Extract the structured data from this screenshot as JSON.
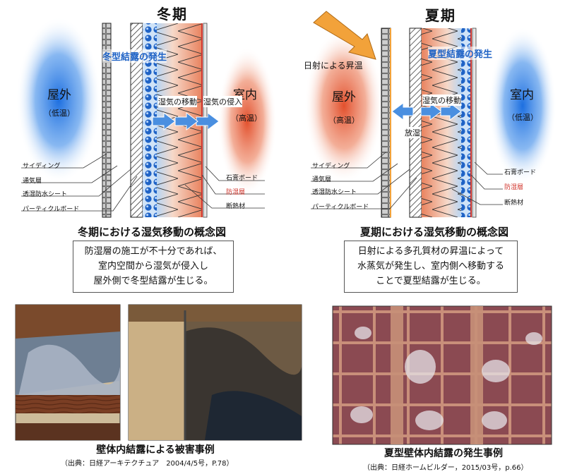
{
  "winter": {
    "title": "冬期",
    "condensation": "冬型結露の発生",
    "outside": "屋外",
    "outside_temp": "（低温）",
    "inside": "室内",
    "inside_temp": "（高温）",
    "moisture_move": "湿気の移動",
    "moisture_in": "湿気の侵入",
    "caption": "冬期における湿気移動の概念図",
    "desc": [
      "防湿層の施工が不十分であれば、",
      "室内空間から湿気が侵入し",
      "屋外側で冬型結露が生じる。"
    ],
    "labels_left": [
      "サイディング",
      "通気層",
      "透湿防水シート",
      "パーティクルボード"
    ],
    "labels_right": [
      "石膏ボード",
      "防湿層",
      "断熱材"
    ]
  },
  "summer": {
    "title": "夏期",
    "sun": "日射による昇温",
    "condensation": "夏型結露の発生",
    "outside": "屋外",
    "outside_temp": "（高温）",
    "inside": "室内",
    "inside_temp": "（低温）",
    "release": "放湿",
    "moisture_move": "湿気の移動",
    "caption": "夏期における湿気移動の概念図",
    "desc": [
      "日射による多孔質材の昇温によって",
      "水蒸気が発生し、室内側へ移動する",
      "ことで夏型結露が生じる。"
    ],
    "labels_left": [
      "サイディング",
      "通気層",
      "透湿防水シート",
      "パーティクルボード"
    ],
    "labels_right": [
      "石膏ボード",
      "防湿層",
      "断熱材"
    ]
  },
  "photos": {
    "damage_caption": "壁体内結露による被害事例",
    "damage_source": "（出典：日経アーキテクチュア　2004/4/5号，P.78）",
    "summer_caption": "夏型壁体内結露の発生事例",
    "summer_source": "（出典：日経ホームビルダー，2015/03号，p.66）"
  },
  "colors": {
    "accent_blue": "#1f63c6",
    "warm": "#e0623f",
    "cold": "#3a7fd6",
    "barrier": "#d2382f"
  }
}
